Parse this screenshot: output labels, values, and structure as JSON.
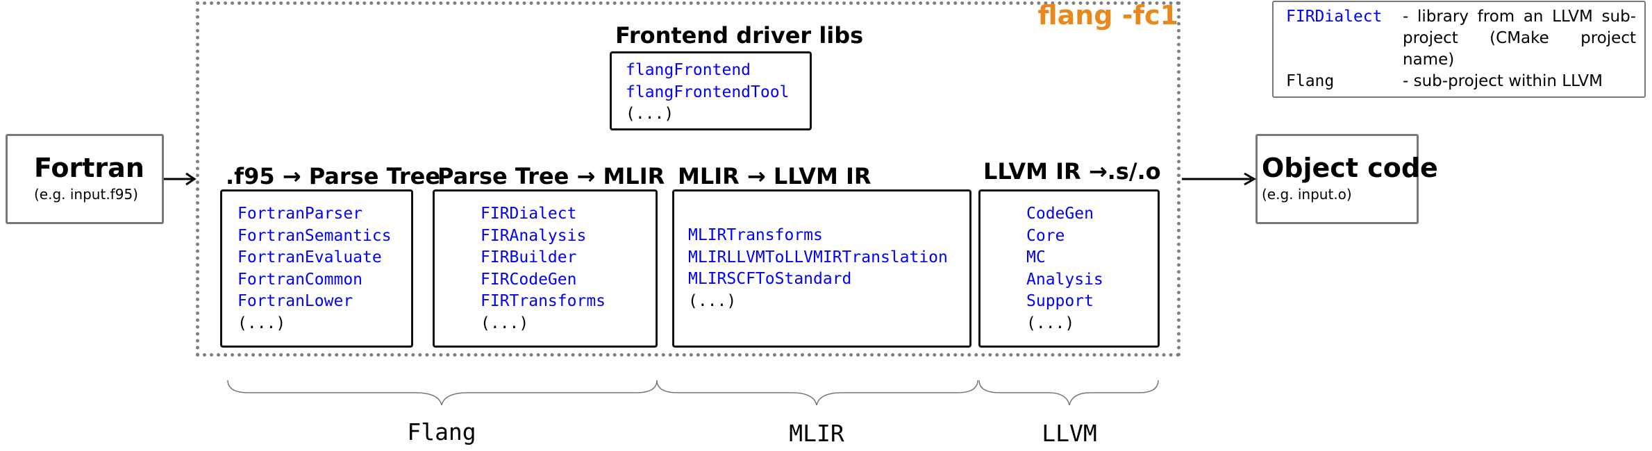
{
  "compiler_label": "flang -fc1",
  "input": {
    "title": "Fortran",
    "example": "(e.g. input.f95)"
  },
  "output": {
    "title": "Object code",
    "example": "(e.g. input.o)"
  },
  "frontend": {
    "title": "Frontend driver libs",
    "libs": [
      "flangFrontend",
      "flangFrontendTool",
      "(...)"
    ]
  },
  "stages": [
    {
      "title": ".f95 → Parse Tree",
      "libs": [
        "FortranParser",
        "FortranSemantics",
        "FortranEvaluate",
        "FortranCommon",
        "FortranLower",
        "(...)"
      ]
    },
    {
      "title": "Parse Tree → MLIR",
      "libs": [
        "FIRDialect",
        "FIRAnalysis",
        "FIRBuilder",
        "FIRCodeGen",
        "FIRTransforms",
        "(...)"
      ]
    },
    {
      "title": "MLIR → LLVM IR",
      "libs": [
        "MLIRTransforms",
        "MLIRLLVMToLLVMIRTranslation",
        "MLIRSCFToStandard",
        "(...)"
      ]
    },
    {
      "title": "LLVM IR →.s/.o",
      "libs": [
        "CodeGen",
        "Core",
        "MC",
        "Analysis",
        "Support",
        "(...)"
      ]
    }
  ],
  "groups": [
    {
      "label": "Flang"
    },
    {
      "label": "MLIR"
    },
    {
      "label": "LLVM"
    }
  ],
  "legend": {
    "items": [
      {
        "term": "FIRDialect",
        "desc": "- library from an LLVM sub-project (CMake project name)"
      },
      {
        "term": "Flang",
        "desc": "- sub-project within LLVM"
      }
    ]
  },
  "colors": {
    "accent": "#e8891d",
    "library": "#0000ff",
    "border_dashed": "#777777",
    "box": "#111111"
  }
}
